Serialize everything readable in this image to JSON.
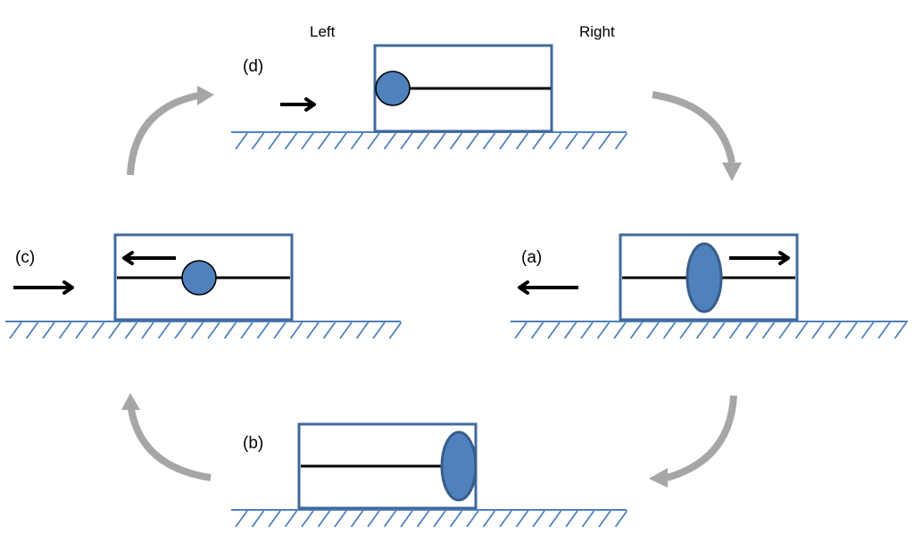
{
  "diagram": {
    "side_labels": {
      "left": "Left",
      "right": "Right"
    },
    "stages": [
      {
        "id": "d",
        "label": "(d)",
        "mass_shape": "circle",
        "mass_position": "left-end",
        "box_motion": "right",
        "mass_motion": "none"
      },
      {
        "id": "a",
        "label": "(a)",
        "mass_shape": "ellipse",
        "mass_position": "center",
        "box_motion": "left",
        "mass_motion": "right"
      },
      {
        "id": "b",
        "label": "(b)",
        "mass_shape": "ellipse",
        "mass_position": "right-end",
        "box_motion": "none",
        "mass_motion": "none"
      },
      {
        "id": "c",
        "label": "(c)",
        "mass_shape": "circle",
        "mass_position": "center",
        "box_motion": "right",
        "mass_motion": "left"
      }
    ],
    "cycle_order": [
      "d",
      "a",
      "b",
      "c"
    ],
    "cycle_direction": "clockwise",
    "colors": {
      "box_border": "#41689c",
      "ground": "#4f81bd",
      "mass_fill": "#4f81bd",
      "cycle_arrow": "#a6a6a6",
      "motion_arrow": "#000000"
    }
  }
}
